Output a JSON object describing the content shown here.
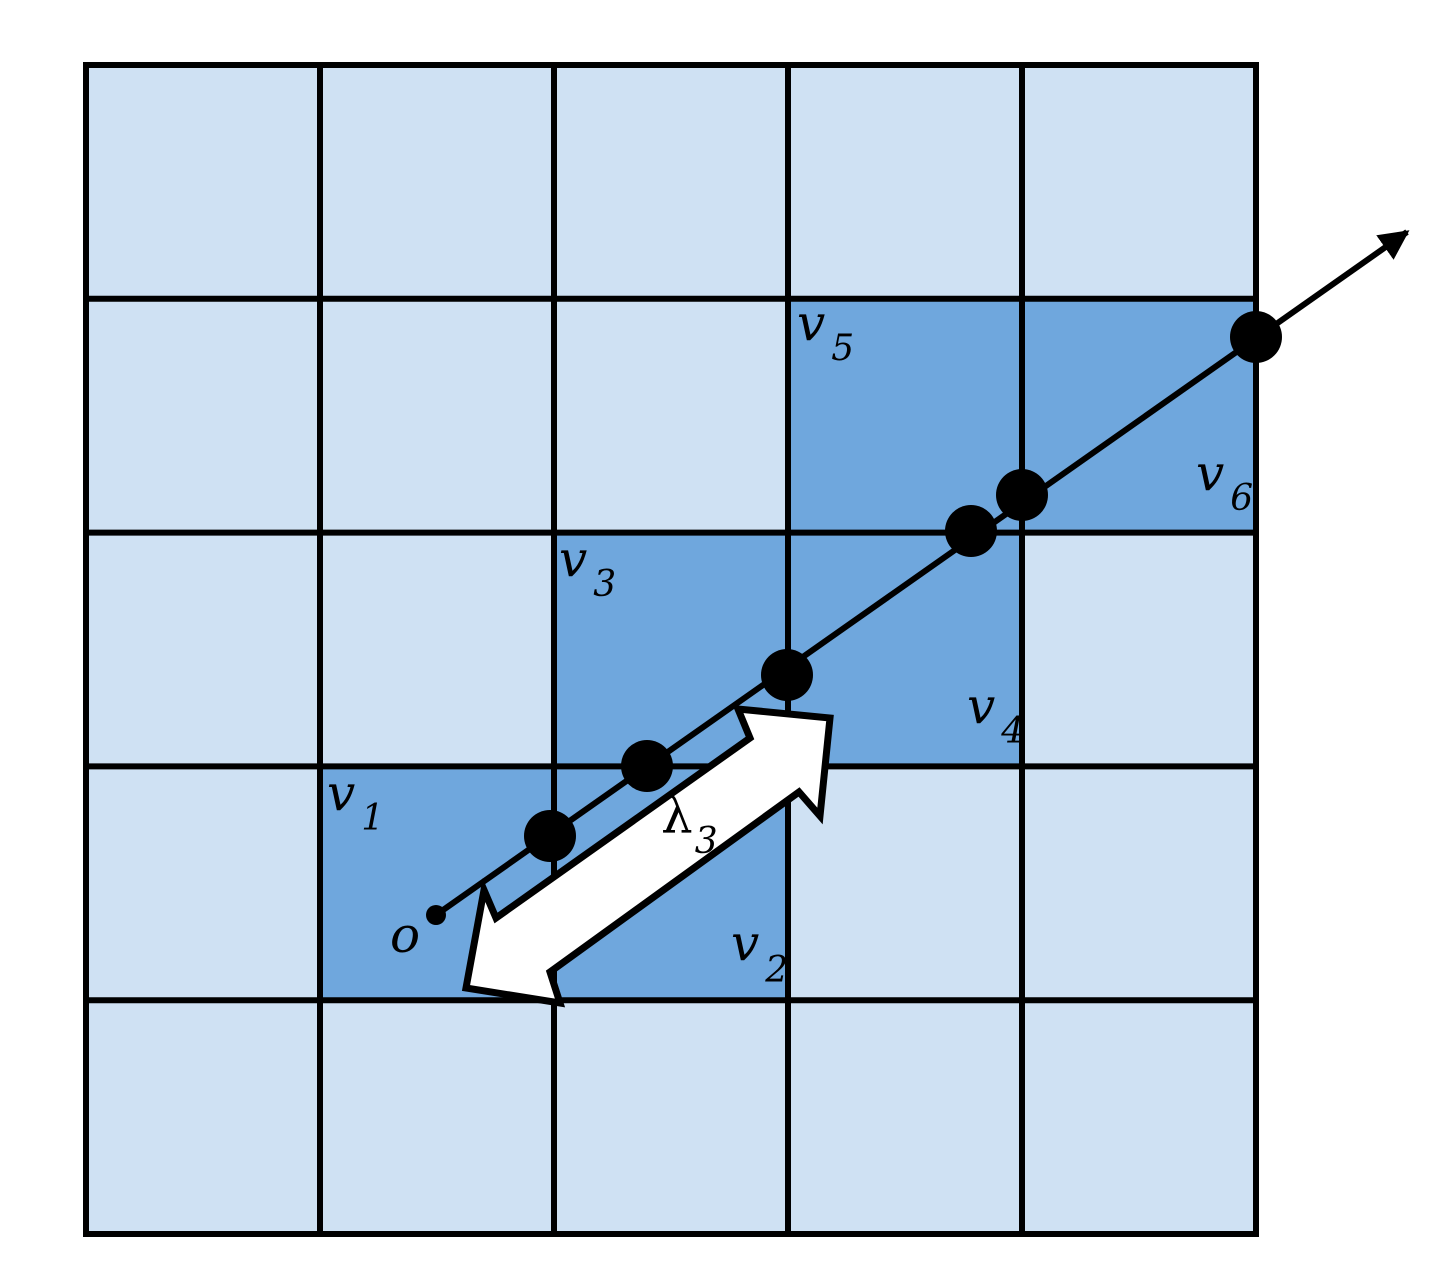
{
  "diagram": {
    "grid": {
      "rows": 5,
      "cols": 5
    },
    "colors": {
      "light_cell": "#cfe1f3",
      "dark_cell": "#6fa7dd",
      "line": "#000000",
      "arrow_fill": "#ffffff"
    },
    "highlighted_cells": [
      {
        "row": 1,
        "col": 3
      },
      {
        "row": 1,
        "col": 4
      },
      {
        "row": 2,
        "col": 2
      },
      {
        "row": 2,
        "col": 3
      },
      {
        "row": 3,
        "col": 1
      },
      {
        "row": 3,
        "col": 2
      }
    ],
    "voxel_labels": [
      {
        "id": "v1",
        "main": "v",
        "sub": "1"
      },
      {
        "id": "v2",
        "main": "v",
        "sub": "2"
      },
      {
        "id": "v3",
        "main": "v",
        "sub": "3"
      },
      {
        "id": "v4",
        "main": "v",
        "sub": "4"
      },
      {
        "id": "v5",
        "main": "v",
        "sub": "5"
      },
      {
        "id": "v6",
        "main": "v",
        "sub": "6"
      }
    ],
    "origin_label": "o",
    "lambda_label": {
      "main": "λ",
      "sub": "3"
    }
  }
}
